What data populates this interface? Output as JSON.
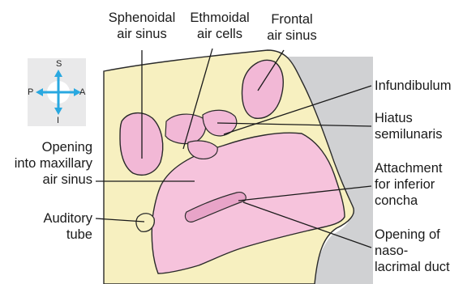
{
  "labels": {
    "sphenoidal": [
      "Sphenoidal",
      "air sinus"
    ],
    "ethmoidal": [
      "Ethmoidal",
      "air cells"
    ],
    "frontal": [
      "Frontal",
      "air sinus"
    ],
    "infundibulum": [
      "Infundibulum"
    ],
    "hiatus": [
      "Hiatus",
      "semilunaris"
    ],
    "opening_maxillary": [
      "Opening",
      "into maxillary",
      "air sinus"
    ],
    "attachment": [
      "Attachment",
      "for inferior",
      "concha"
    ],
    "auditory": [
      "Auditory",
      "tube"
    ],
    "nasolacrimal": [
      "Opening of",
      "naso-",
      "lacrimal duct"
    ]
  },
  "compass": {
    "up": "S",
    "down": "I",
    "left": "P",
    "right": "A"
  },
  "colors": {
    "sinus_pink": "#f2b8d6",
    "cavity_pink": "#f6c3dc",
    "bone_yellow": "#f7f0c0",
    "skin_gray": "#d0d1d3",
    "compass_bg": "#e9e9ea",
    "arrow_blue": "#29a8e0"
  }
}
